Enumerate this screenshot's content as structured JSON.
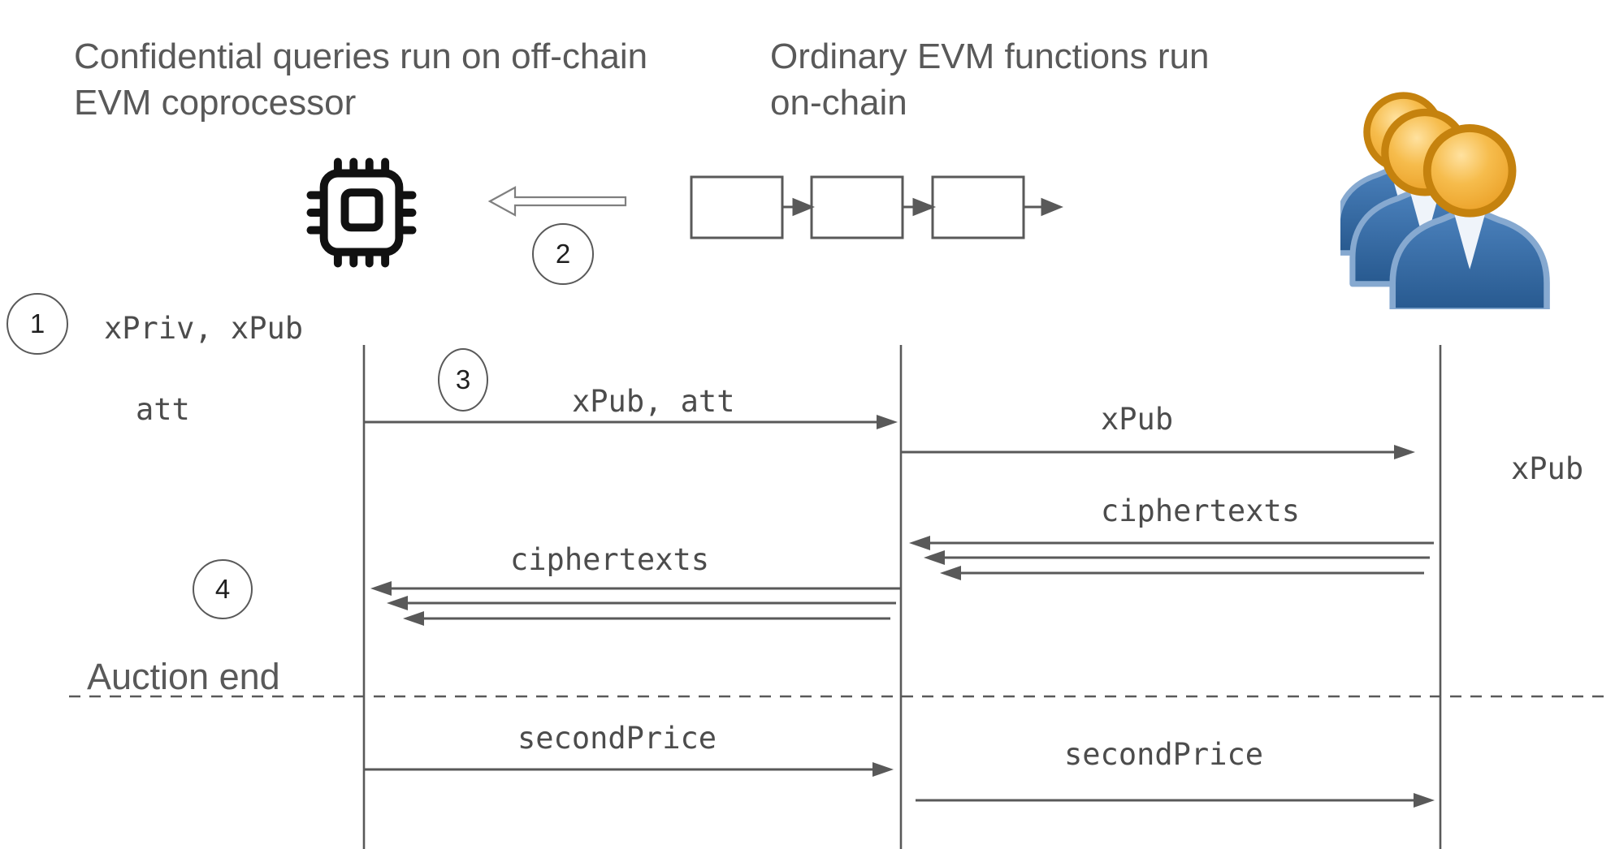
{
  "title_offchain": "Confidential queries run on off-chain\nEVM coprocessor",
  "title_onchain": "Ordinary EVM functions run\non-chain",
  "step_badges": {
    "one": "1",
    "two": "2",
    "three": "3",
    "four": "4"
  },
  "labels": {
    "keygen": "xPriv, xPub",
    "attestation": "att",
    "msg_xpub_att": "xPub, att",
    "msg_xpub_to_users": "xPub",
    "msg_xpub_received": "xPub",
    "msg_ciphertexts_right": "ciphertexts",
    "msg_ciphertexts_left": "ciphertexts",
    "phase_auction_end": "Auction end",
    "msg_secondprice_left": "secondPrice",
    "msg_secondprice_right": "secondPrice"
  },
  "icons": {
    "cpu": "cpu-chip-icon",
    "users": "users-group-icon",
    "blockchain": "blockchain-blocks",
    "flow_arrow": "left-hollow-arrow-icon"
  },
  "colors": {
    "line": "#595959",
    "label_text": "#4c4c4c",
    "heading_text": "#595959",
    "chip": "#111111",
    "user_head": "#f2b143",
    "user_head_ring": "#c5820e",
    "user_body": "#2f66a5",
    "background": "#ffffff"
  }
}
